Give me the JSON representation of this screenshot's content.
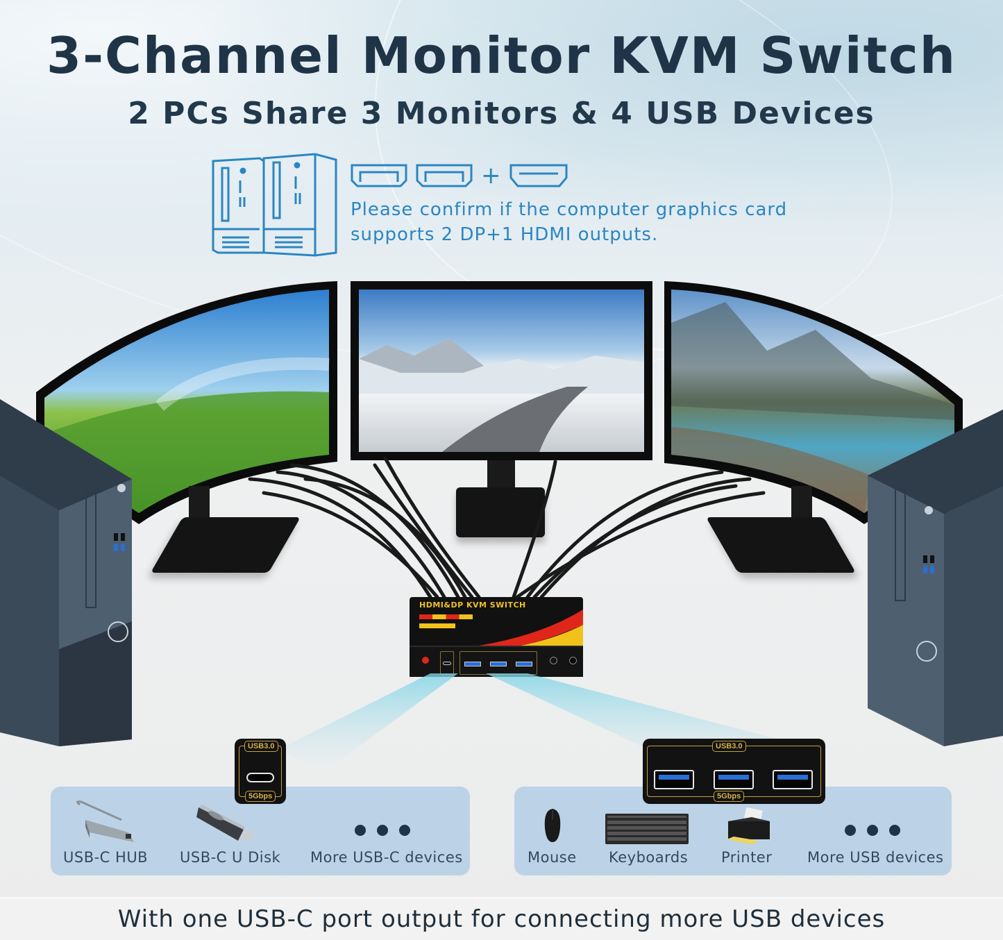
{
  "header": {
    "title": "3-Channel Monitor KVM Switch",
    "subtitle": "2 PCs Share 3 Monitors & 4 USB Devices"
  },
  "compatibility_note": {
    "icons": [
      "pc-towers-icon",
      "displayport-icon",
      "displayport-icon",
      "hdmi-icon"
    ],
    "plus": "+",
    "line1": "Please confirm if the computer graphics card",
    "line2": "supports 2 DP+1 HDMI outputs."
  },
  "kvm_switch": {
    "label": "HDMI&DP KVM SWITCH"
  },
  "usb_c_callout": {
    "top_tag": "USB3.0",
    "bottom_tag": "5Gbps"
  },
  "usb_a_callout": {
    "top_tag": "USB3.0",
    "bottom_tag": "5Gbps",
    "port_count": 3
  },
  "usb_c_devices": [
    {
      "icon": "usb-c-hub-icon",
      "label": "USB-C HUB"
    },
    {
      "icon": "usb-c-disk-icon",
      "label": "USB-C U Disk"
    },
    {
      "icon": "more-dots-icon",
      "label": "More USB-C devices"
    }
  ],
  "usb_devices": [
    {
      "icon": "mouse-icon",
      "label": "Mouse"
    },
    {
      "icon": "keyboard-icon",
      "label": "Keyboards"
    },
    {
      "icon": "printer-icon",
      "label": "Printer"
    },
    {
      "icon": "more-dots-icon",
      "label": "More USB devices"
    }
  ],
  "footer": {
    "text": "With one USB-C port output for connecting more USB devices"
  },
  "colors": {
    "title": "#1f3447",
    "accent_blue": "#2a86c2",
    "panel": "#bcd3e7",
    "gold": "#c9a13a",
    "kvm_red": "#e0261b",
    "kvm_yellow": "#f2c21a"
  }
}
